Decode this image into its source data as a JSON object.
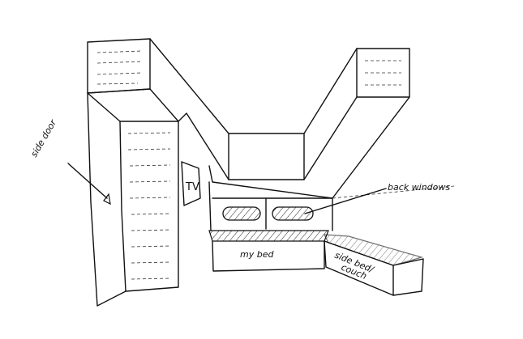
{
  "labels": {
    "side_door": "side door",
    "tv": "TV",
    "back_windows": "back windows",
    "my_bed": "my bed",
    "side_bed_line1": "side bed/",
    "side_bed_line2": "couch"
  }
}
